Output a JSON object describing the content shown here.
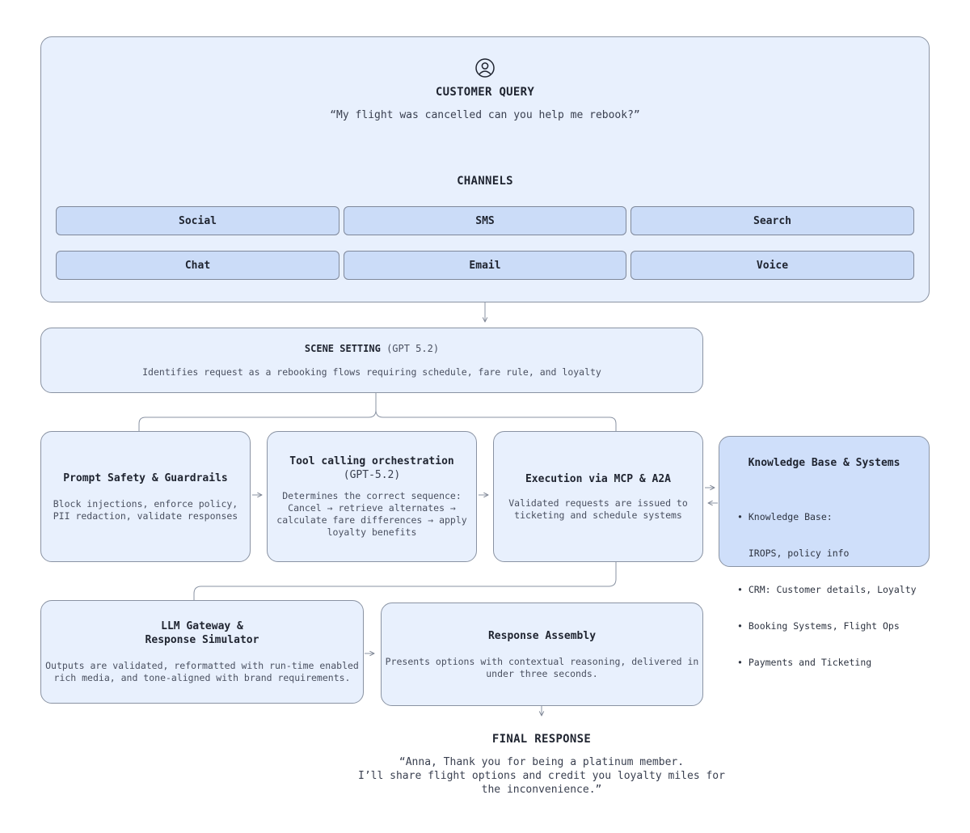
{
  "customer_query": {
    "title": "CUSTOMER QUERY",
    "quote": "“My flight was cancelled can you help me rebook?”",
    "icon": "user-circle-icon"
  },
  "channels": {
    "title": "CHANNELS",
    "items": [
      "Social",
      "SMS",
      "Search",
      "Chat",
      "Email",
      "Voice"
    ]
  },
  "scene_setting": {
    "title": "SCENE SETTING",
    "model": "(GPT 5.2)",
    "description": "Identifies request as a rebooking flows requiring schedule, fare rule, and loyalty"
  },
  "prompt_safety": {
    "title": "Prompt Safety & Guardrails",
    "description_lines": [
      "Block injections, enforce policy,",
      "PII redaction, validate responses"
    ]
  },
  "tool_calling": {
    "title": "Tool calling orchestration",
    "model": "(GPT-5.2)",
    "description_lines": [
      "Determines the correct sequence:",
      "Cancel → retrieve alternates →",
      "calculate fare differences → apply",
      "loyalty benefits"
    ]
  },
  "execution": {
    "title": "Execution via MCP & A2A",
    "description_lines": [
      "Validated requests are issued to",
      "ticketing and schedule systems"
    ]
  },
  "knowledge_base": {
    "title": "Knowledge Base & Systems",
    "items": [
      [
        "• Knowledge Base:",
        "  IROPS, policy info"
      ],
      [
        "• CRM: Customer details, Loyalty"
      ],
      [
        "• Booking Systems, Flight Ops"
      ],
      [
        "• Payments and Ticketing"
      ]
    ]
  },
  "llm_gateway": {
    "title_lines": [
      "LLM Gateway &",
      "Response Simulator"
    ],
    "description_lines": [
      "Outputs are validated, reformatted with run-time enabled",
      "rich media, and tone-aligned with brand requirements."
    ]
  },
  "response_assembly": {
    "title": "Response Assembly",
    "description_lines": [
      "Presents options with contextual reasoning, delivered in",
      "under three seconds."
    ]
  },
  "final_response": {
    "title": "FINAL RESPONSE",
    "quote_lines": [
      "“Anna, Thank you for being a platinum member.",
      "I’ll share flight options and credit you loyalty miles for",
      "the inconvenience.”"
    ]
  },
  "colors": {
    "panel_fill": "#e8f0fd",
    "chip_fill": "#cbdcf8",
    "highlight_fill": "#cfdffa",
    "border": "#8a93a3"
  }
}
